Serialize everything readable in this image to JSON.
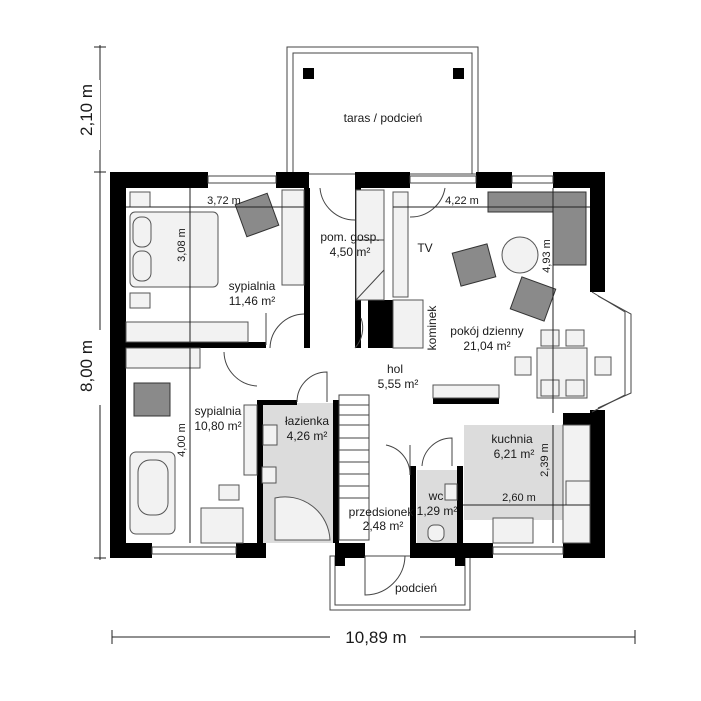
{
  "plan": {
    "overall_dimensions": {
      "terrace_depth": "2,10 m",
      "house_depth": "8,00 m",
      "house_width": "10,89 m"
    },
    "rooms": {
      "terrace": {
        "name": "taras / podcień"
      },
      "bedroom1": {
        "name": "sypialnia",
        "area": "11,46 m²",
        "dim_w": "3,72 m",
        "dim_h": "3,08 m"
      },
      "utility": {
        "name": "pom. gosp.",
        "area": "4,50 m²"
      },
      "living": {
        "name": "pokój dzienny",
        "area": "21,04 m²",
        "dim_w": "4,22 m",
        "dim_h": "4,93 m",
        "tv": "TV",
        "fireplace": "kominek"
      },
      "hall": {
        "name": "hol",
        "area": "5,55 m²"
      },
      "bedroom2": {
        "name": "sypialnia",
        "area": "10,80 m²",
        "dim_h": "4,00 m"
      },
      "bathroom": {
        "name": "łazienka",
        "area": "4,26 m²"
      },
      "kitchen": {
        "name": "kuchnia",
        "area": "6,21 m²",
        "dim_w": "2,60 m",
        "dim_h": "2,39 m"
      },
      "wc": {
        "name": "wc",
        "area": "1,29 m²"
      },
      "vestibule": {
        "name": "przedsionek",
        "area": "2,48 m²"
      },
      "porch": {
        "name": "podcień"
      }
    }
  }
}
